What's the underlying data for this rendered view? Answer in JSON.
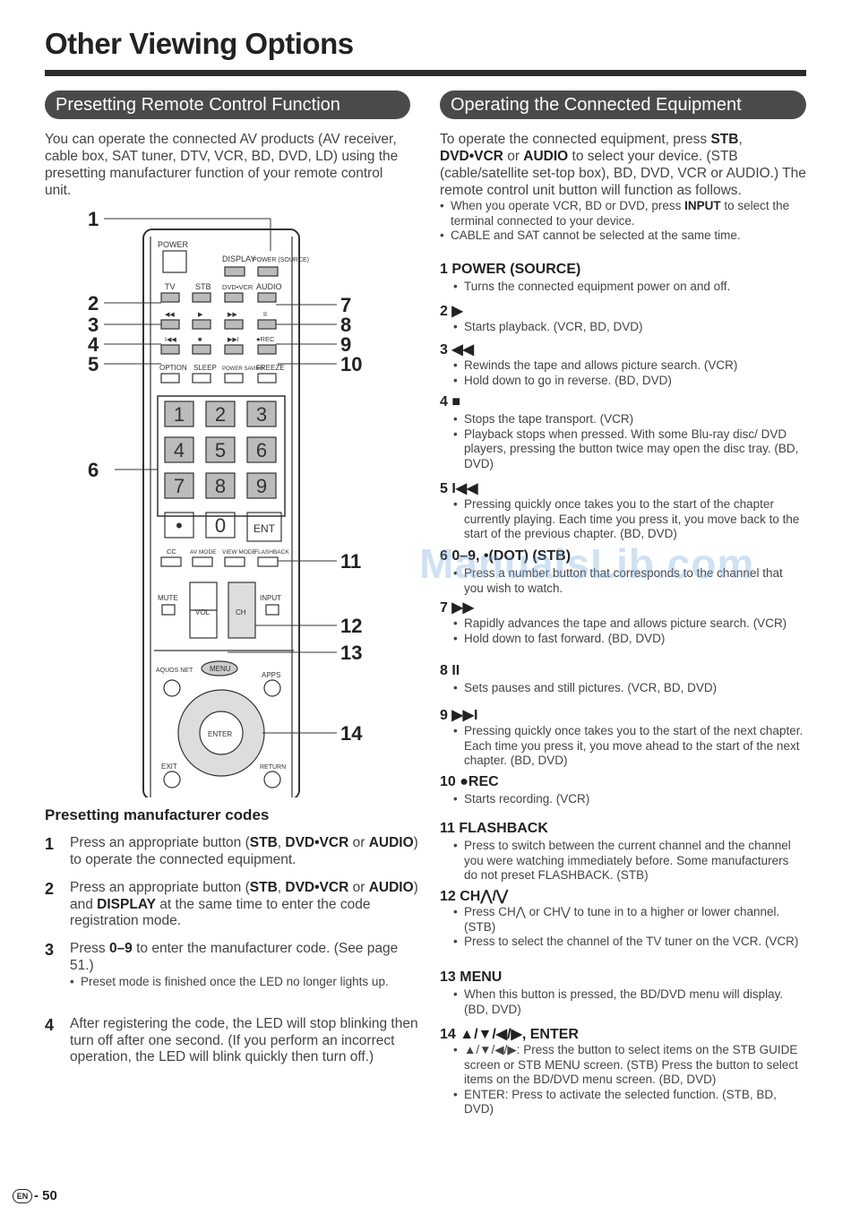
{
  "page": {
    "title": "Other Viewing Options",
    "footer_badge": "EN",
    "footer_page": "- 50"
  },
  "left": {
    "banner": "Presetting Remote Control Function",
    "intro": "You can operate the connected AV products (AV receiver, cable box, SAT tuner, DTV, VCR, BD, DVD, LD) using the presetting manufacturer function of your remote control unit.",
    "remote": {
      "callouts": [
        "1",
        "2",
        "3",
        "4",
        "5",
        "6",
        "7",
        "8",
        "9",
        "10",
        "11",
        "12",
        "13",
        "14"
      ],
      "labels": {
        "power": "POWER",
        "display": "DISPLAY",
        "power_source": "POWER (SOURCE)",
        "tv": "TV",
        "stb": "STB",
        "dvdvcr": "DVD•VCR",
        "audio": "AUDIO",
        "rew": "◀◀",
        "play": "▶",
        "ff": "▶▶",
        "pause": "II",
        "prev": "I◀◀",
        "stop": "■",
        "next": "▶▶I",
        "rec": "●REC",
        "option": "OPTION",
        "sleep": "SLEEP",
        "power_saving": "POWER SAVING",
        "freeze": "FREEZE",
        "keys": [
          "1",
          "2",
          "3",
          "4",
          "5",
          "6",
          "7",
          "8",
          "9",
          "•",
          "0",
          "ENT"
        ],
        "cc": "CC",
        "avmode": "AV MODE",
        "viewmode": "VIEW MODE",
        "flashback": "FLASHBACK",
        "mute": "MUTE",
        "vol": "VOL",
        "ch": "CH",
        "input": "INPUT",
        "aquos_net": "AQUOS NET",
        "menu": "MENU",
        "apps": "APPS",
        "enter": "ENTER",
        "exit": "EXIT",
        "return": "RETURN"
      }
    },
    "subheading": "Presetting manufacturer codes",
    "steps": [
      {
        "num": "1",
        "text_a": "Press an appropriate button (",
        "b1": "STB",
        "sep1": ", ",
        "b2": "DVD•VCR",
        "sep2": " or ",
        "b3": "AUDIO",
        "text_b": ") to operate the connected equipment."
      },
      {
        "num": "2",
        "text_a": "Press an appropriate button (",
        "b1": "STB",
        "sep1": ", ",
        "b2": "DVD•VCR",
        "sep2": " or ",
        "b3": "AUDIO",
        "text_b": ") and ",
        "b4": "DISPLAY",
        "text_c": " at the same time to enter the code registration mode."
      },
      {
        "num": "3",
        "text_a": "Press ",
        "b1": "0–9",
        "text_b": " to enter the manufacturer code. (See page 51.)",
        "note": "Preset mode is finished once the LED no longer lights up."
      },
      {
        "num": "4",
        "text": "After registering the code, the LED will stop blinking then turn off after one second. (If you perform an incorrect operation, the LED will blink quickly then turn off.)"
      }
    ]
  },
  "right": {
    "banner": "Operating the Connected Equipment",
    "intro_a": "To operate the connected equipment, press ",
    "intro_b1": "STB",
    "intro_c": ", ",
    "intro_b2": "DVD•VCR",
    "intro_d": " or ",
    "intro_b3": "AUDIO",
    "intro_e": " to select your device. (STB (cable/satellite set-top box), BD, DVD, VCR or AUDIO.) The remote control unit button will function as follows.",
    "notes": [
      {
        "a": "When you operate VCR, BD or DVD, press ",
        "b": "INPUT",
        "c": " to select the terminal connected to your device."
      },
      {
        "a": "CABLE and SAT cannot be selected at the same time."
      }
    ],
    "items": [
      {
        "head": "1 POWER (SOURCE)",
        "bullets": [
          "Turns the connected equipment power on and off."
        ]
      },
      {
        "head": "2 ▶",
        "bullets": [
          "Starts playback. (VCR, BD, DVD)"
        ]
      },
      {
        "head": "3 ◀◀",
        "bullets": [
          "Rewinds the tape and allows picture search. (VCR)",
          "Hold down to go in reverse. (BD, DVD)"
        ]
      },
      {
        "head": "4 ■",
        "bullets": [
          "Stops the tape transport. (VCR)",
          "Playback stops when pressed. With some Blu-ray disc/ DVD players, pressing the button twice may open the disc tray. (BD, DVD)"
        ]
      },
      {
        "head": "5 I◀◀",
        "bullets": [
          "Pressing quickly once takes you to the start of the chapter currently playing. Each time you press it, you move back to the start of the previous chapter. (BD, DVD)"
        ]
      },
      {
        "head": "6 0–9, •(DOT) (STB)",
        "bullets": [
          "Press a number button that corresponds to the channel that you wish to watch."
        ]
      },
      {
        "head": "7 ▶▶",
        "bullets": [
          "Rapidly advances the tape and allows picture search. (VCR)",
          "Hold down to fast forward. (BD, DVD)"
        ]
      },
      {
        "head": "8 II",
        "bullets": [
          "Sets pauses and still pictures. (VCR, BD, DVD)"
        ]
      },
      {
        "head": "9 ▶▶I",
        "bullets": [
          "Pressing quickly once takes you to the start of the next chapter. Each time you press it, you move ahead to the start of the next chapter. (BD, DVD)"
        ]
      },
      {
        "head": "10 ●REC",
        "bullets": [
          "Starts recording. (VCR)"
        ]
      },
      {
        "head": "11 FLASHBACK",
        "bullets": [
          "Press to switch between the current channel and the channel you were watching immediately before. Some manufacturers do not preset FLASHBACK. (STB)"
        ]
      },
      {
        "head": "12 CH⋀/⋁",
        "bullets": [
          "Press CH⋀ or CH⋁ to tune in to a higher or lower channel. (STB)",
          "Press to select the channel of the TV tuner on the VCR. (VCR)"
        ]
      },
      {
        "head": "13 MENU",
        "bullets": [
          "When this button is pressed, the BD/DVD menu will display. (BD, DVD)"
        ]
      },
      {
        "head": "14 ▲/▼/◀/▶, ENTER",
        "bullets": [
          "▲/▼/◀/▶: Press the button to select items on the STB GUIDE screen or STB MENU screen. (STB) Press the button to select items on the BD/DVD menu screen. (BD, DVD)",
          "ENTER: Press to activate the selected function. (STB, BD, DVD)"
        ]
      }
    ]
  },
  "watermark": "ManualsLib.com"
}
